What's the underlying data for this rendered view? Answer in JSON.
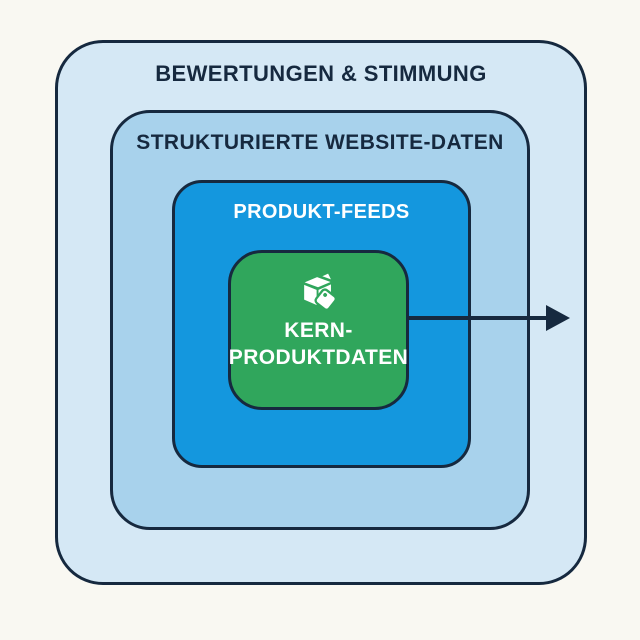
{
  "diagram": {
    "background": "#f9f8f2",
    "stroke_color": "#16293f",
    "text_dark": "#16293f",
    "text_light": "#ffffff",
    "layers": {
      "outer": {
        "label": "BEWERTUNGEN & STIMMUNG",
        "fill": "#d5e8f5"
      },
      "middle": {
        "label": "STRUKTURIERTE WEBSITE-DATEN",
        "fill": "#a8d2ec"
      },
      "inner": {
        "label": "PRODUKT-FEEDS",
        "fill": "#1497de"
      },
      "core": {
        "label_line1": "KERN-",
        "label_line2": "PRODUKTDATEN",
        "fill": "#30a65c",
        "icon": "package-tag-icon"
      }
    },
    "arrow": {
      "direction": "right",
      "color": "#16293f"
    }
  }
}
